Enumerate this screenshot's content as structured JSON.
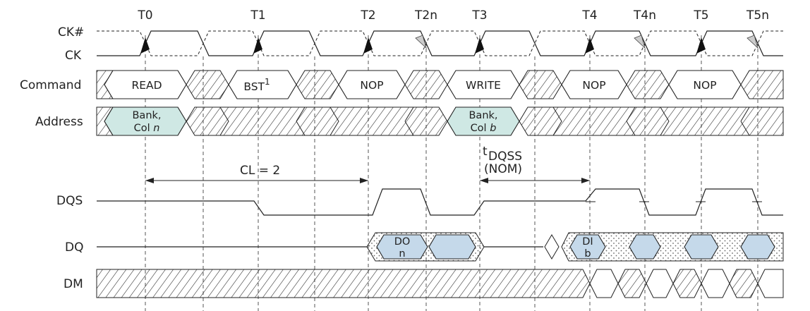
{
  "time_labels": [
    "T0",
    "T1",
    "T2",
    "T2n",
    "T3",
    "T4",
    "T4n",
    "T5",
    "T5n"
  ],
  "signal_labels": {
    "ck_bar": "CK#",
    "ck": "CK",
    "command": "Command",
    "address": "Address",
    "dqs": "DQS",
    "dq": "DQ",
    "dm": "DM"
  },
  "commands": {
    "read": "READ",
    "bst": "BST",
    "bst_sup": "1",
    "nop1": "NOP",
    "write": "WRITE",
    "nop2": "NOP",
    "nop3": "NOP"
  },
  "address": {
    "read_line1": "Bank,",
    "read_line2_prefix": "Col ",
    "read_line2_var": "n",
    "write_line1": "Bank,",
    "write_line2_prefix": "Col ",
    "write_line2_var": "b"
  },
  "annotations": {
    "cl": "CL = 2",
    "tdqss_sup": "t",
    "tdqss": "DQSS",
    "nom": "(NOM)"
  },
  "dq": {
    "do_line1": "DO",
    "do_line2": "n",
    "di_line1": "DI",
    "di_line2": "b"
  },
  "colors": {
    "address_fill": "#cfe8e4",
    "dq_fill": "#c5d9ea"
  }
}
